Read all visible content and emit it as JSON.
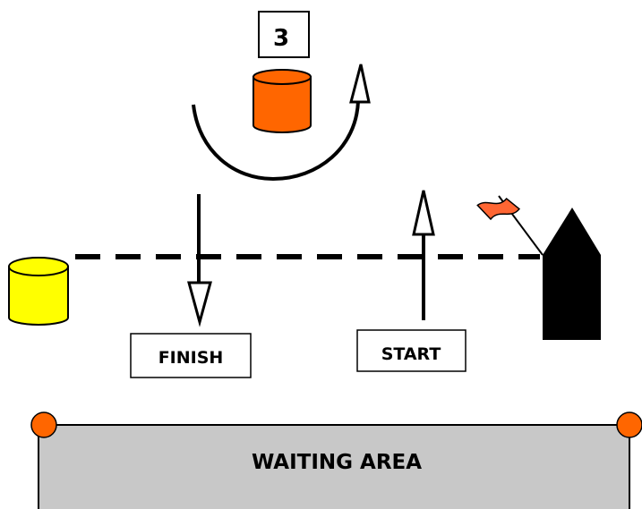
{
  "diagram": {
    "buoy_number": "3",
    "finish_label": "FINISH",
    "start_label": "START",
    "waiting_area_label": "WAITING AREA"
  },
  "colors": {
    "orange_buoy": "#ff6600",
    "yellow_buoy": "#ffff00",
    "flag": "#ff6633",
    "committee_boat": "#000000",
    "waiting_area_fill": "#c8c8c8",
    "waiting_area_corner_markers": "#ff6600"
  }
}
